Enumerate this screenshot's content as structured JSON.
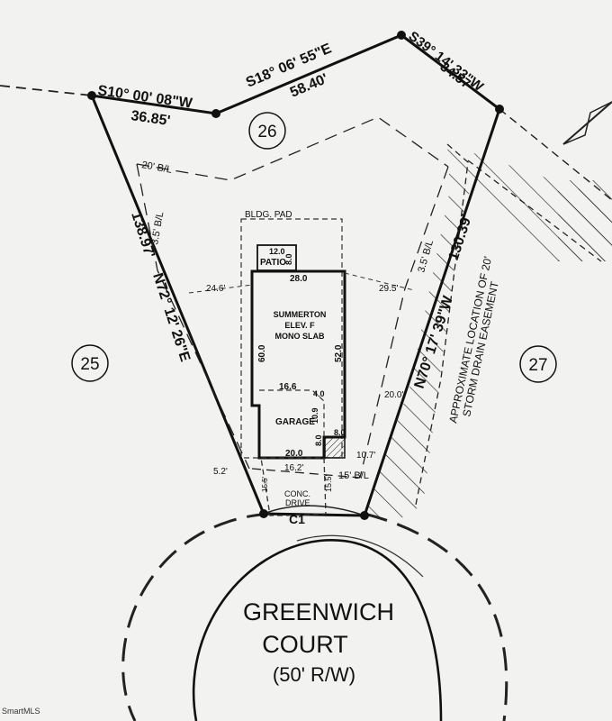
{
  "bearings": {
    "top_left": "S10° 00' 08\"W",
    "top_left_dist": "36.85'",
    "top_mid": "S18° 06' 55\"E",
    "top_mid_dist": "58.40'",
    "top_right": "S39° 14' 33\"W",
    "top_right_dist": "34.57'",
    "left_side": "N72° 12' 26\"E",
    "left_side_dist": "138.97'",
    "right_side": "N70° 17' 39\"W",
    "right_side_dist": "130.39'"
  },
  "lots": {
    "center": "26",
    "left": "25",
    "right": "27"
  },
  "setbacks": {
    "rear": "20' B/L",
    "left_side": "3.5' B/L",
    "right_side": "3.5' B/L",
    "front": "15' B/L",
    "left_offset": "24.6'",
    "right_offset": "29.5'",
    "front_left": "5.2'",
    "front_right": "10.7'",
    "easement_width": "20.0'"
  },
  "building": {
    "pad_label": "BLDG. PAD",
    "patio_label": "PATIO",
    "patio_w": "12.0",
    "patio_d": "8.0",
    "top_width": "28.0",
    "name": "SUMMERTON",
    "elev": "ELEV. F",
    "slab": "MONO SLAB",
    "left_depth": "60.0",
    "right_depth": "52.0",
    "garage_label": "GARAGE",
    "garage_width": "16.6",
    "garage_notch_a": "4.0",
    "garage_notch_b": "10.9",
    "garage_notch_c": "8.0",
    "garage_side": "8.0",
    "bottom_width": "20.0"
  },
  "drive": {
    "label1": "CONC.",
    "label2": "DRIVE",
    "width": "16.2'",
    "len1": "15.5'",
    "len2": "15.5'",
    "curve": "C1"
  },
  "easement_note": {
    "line1": "APPROXIMATE LOCATION OF 20'",
    "line2": "STORM DRAIN EASEMENT"
  },
  "street": {
    "line1": "GREENWICH",
    "line2": "COURT",
    "line3": "(50' R/W)"
  },
  "watermark": "SmartMLS"
}
